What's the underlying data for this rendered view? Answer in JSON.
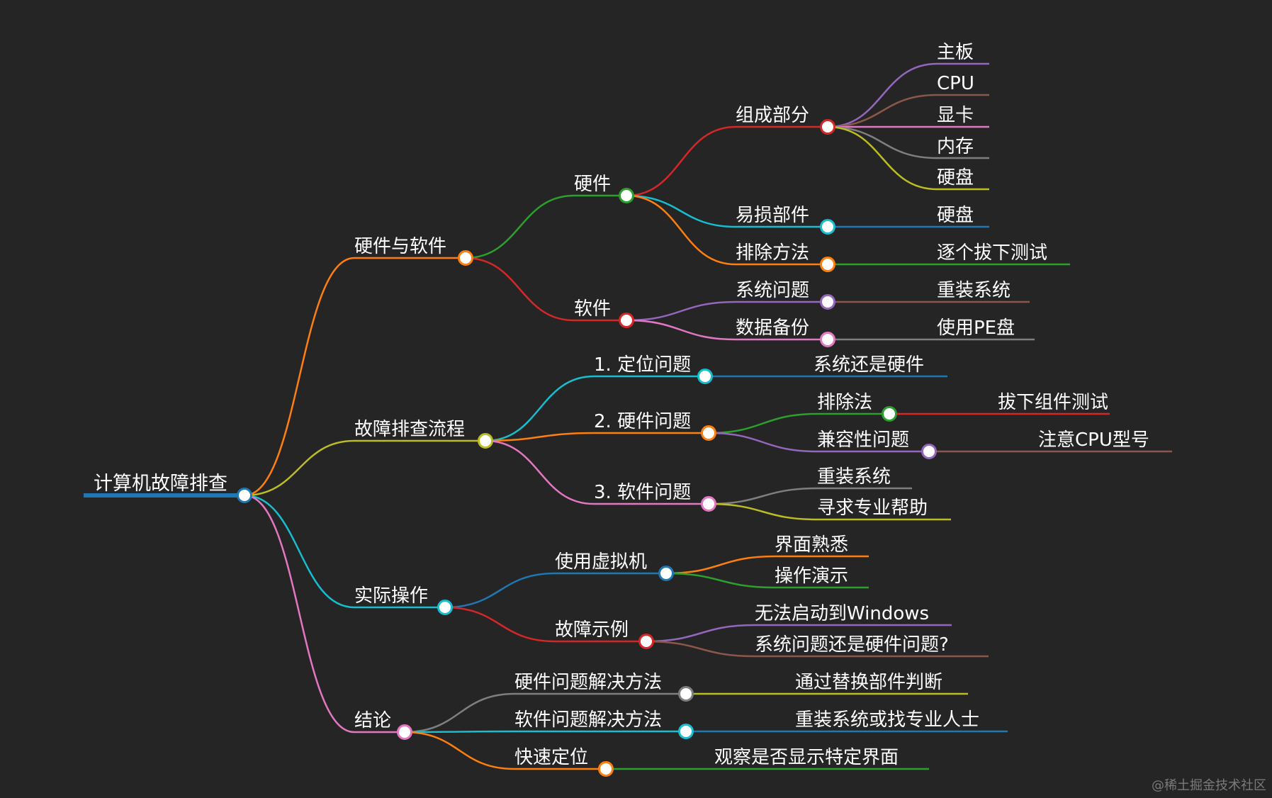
{
  "colors": {
    "background": "#252526",
    "text": "#ffffff",
    "node_fill": "#ffffff"
  },
  "watermark": "@稀土掘金技术社区",
  "mindmap": {
    "root": {
      "label": "计算机故障排查",
      "color": "#1f77b4",
      "children": [
        {
          "label": "硬件与软件",
          "color": "#ff7f0e",
          "children": [
            {
              "label": "硬件",
              "color": "#2ca02c",
              "children": [
                {
                  "label": "组成部分",
                  "color": "#d62728",
                  "children": [
                    {
                      "label": "主板",
                      "color": "#9467bd"
                    },
                    {
                      "label": "CPU",
                      "color": "#8c564b"
                    },
                    {
                      "label": "显卡",
                      "color": "#e377c2"
                    },
                    {
                      "label": "内存",
                      "color": "#7f7f7f"
                    },
                    {
                      "label": "硬盘",
                      "color": "#bcbd22"
                    }
                  ]
                },
                {
                  "label": "易损部件",
                  "color": "#17becf",
                  "children": [
                    {
                      "label": "硬盘",
                      "color": "#1f77b4"
                    }
                  ]
                },
                {
                  "label": "排除方法",
                  "color": "#ff7f0e",
                  "children": [
                    {
                      "label": "逐个拔下测试",
                      "color": "#2ca02c"
                    }
                  ]
                }
              ]
            },
            {
              "label": "软件",
              "color": "#d62728",
              "children": [
                {
                  "label": "系统问题",
                  "color": "#9467bd",
                  "children": [
                    {
                      "label": "重装系统",
                      "color": "#8c564b"
                    }
                  ]
                },
                {
                  "label": "数据备份",
                  "color": "#e377c2",
                  "children": [
                    {
                      "label": "使用PE盘",
                      "color": "#7f7f7f"
                    }
                  ]
                }
              ]
            }
          ]
        },
        {
          "label": "故障排查流程",
          "color": "#bcbd22",
          "children": [
            {
              "label": "1. 定位问题",
              "color": "#17becf",
              "children": [
                {
                  "label": "系统还是硬件",
                  "color": "#1f77b4"
                }
              ]
            },
            {
              "label": "2. 硬件问题",
              "color": "#ff7f0e",
              "children": [
                {
                  "label": "排除法",
                  "color": "#2ca02c",
                  "children": [
                    {
                      "label": "拔下组件测试",
                      "color": "#d62728"
                    }
                  ]
                },
                {
                  "label": "兼容性问题",
                  "color": "#9467bd",
                  "children": [
                    {
                      "label": "注意CPU型号",
                      "color": "#8c564b"
                    }
                  ]
                }
              ]
            },
            {
              "label": "3. 软件问题",
              "color": "#e377c2",
              "children": [
                {
                  "label": "重装系统",
                  "color": "#7f7f7f"
                },
                {
                  "label": "寻求专业帮助",
                  "color": "#bcbd22"
                }
              ]
            }
          ]
        },
        {
          "label": "实际操作",
          "color": "#17becf",
          "children": [
            {
              "label": "使用虚拟机",
              "color": "#1f77b4",
              "children": [
                {
                  "label": "界面熟悉",
                  "color": "#ff7f0e"
                },
                {
                  "label": "操作演示",
                  "color": "#2ca02c"
                }
              ]
            },
            {
              "label": "故障示例",
              "color": "#d62728",
              "children": [
                {
                  "label": "无法启动到Windows",
                  "color": "#9467bd"
                },
                {
                  "label": "系统问题还是硬件问题?",
                  "color": "#8c564b"
                }
              ]
            }
          ]
        },
        {
          "label": "结论",
          "color": "#e377c2",
          "children": [
            {
              "label": "硬件问题解决方法",
              "color": "#7f7f7f",
              "children": [
                {
                  "label": "通过替换部件判断",
                  "color": "#bcbd22"
                }
              ]
            },
            {
              "label": "软件问题解决方法",
              "color": "#17becf",
              "children": [
                {
                  "label": "重装系统或找专业人士",
                  "color": "#1f77b4"
                }
              ]
            },
            {
              "label": "快速定位",
              "color": "#ff7f0e",
              "children": [
                {
                  "label": "观察是否显示特定界面",
                  "color": "#2ca02c"
                }
              ]
            }
          ]
        }
      ]
    }
  }
}
